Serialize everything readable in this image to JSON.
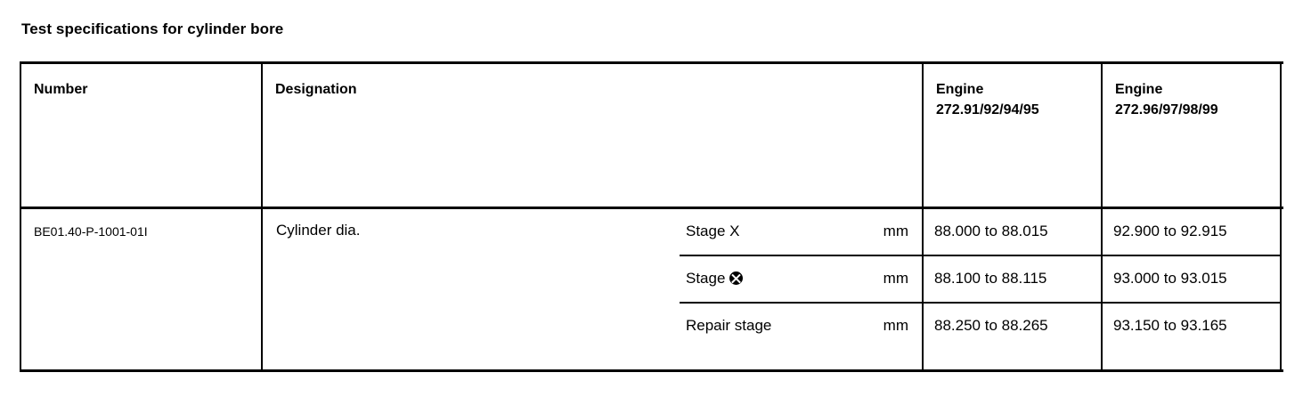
{
  "document": {
    "title": "Test specifications for cylinder bore"
  },
  "table": {
    "headers": {
      "number": "Number",
      "designation": "Designation",
      "engine_a_line1": "Engine",
      "engine_a_line2": "272.91/92/94/95",
      "engine_b_line1": "Engine",
      "engine_b_line2": "272.96/97/98/99"
    },
    "row": {
      "number": "BE01.40-P-1001-01I",
      "designation": "Cylinder dia.",
      "stages": [
        {
          "name": "Stage X",
          "symbol": "",
          "unit": "mm",
          "engine_a": "88.000 to 88.015",
          "engine_b": "92.900 to 92.915"
        },
        {
          "name": "Stage",
          "symbol": "circled-cross-icon",
          "unit": "mm",
          "engine_a": "88.100 to 88.115",
          "engine_b": "93.000 to 93.015"
        },
        {
          "name": "Repair stage",
          "symbol": "",
          "unit": "mm",
          "engine_a": "88.250 to 88.265",
          "engine_b": "93.150 to 93.165"
        }
      ]
    }
  },
  "colors": {
    "background": "#ffffff",
    "text": "#000000",
    "rule": "#000000"
  }
}
